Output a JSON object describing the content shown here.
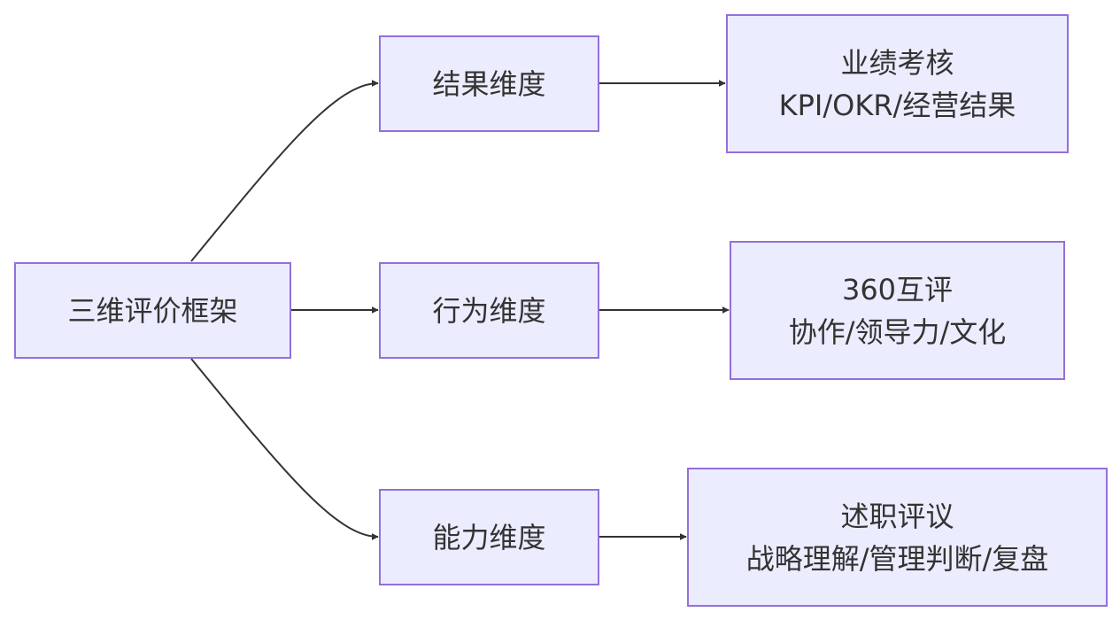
{
  "diagram": {
    "root": {
      "label": "三维评价框架"
    },
    "dimensions": [
      {
        "label": "结果维度"
      },
      {
        "label": "行为维度"
      },
      {
        "label": "能力维度"
      }
    ],
    "methods": [
      {
        "title": "业绩考核",
        "detail": "KPI/OKR/经营结果"
      },
      {
        "title": "360互评",
        "detail": "协作/领导力/文化"
      },
      {
        "title": "述职评议",
        "detail": "战略理解/管理判断/复盘"
      }
    ],
    "colors": {
      "node_fill": "#ececff",
      "node_border": "#9370db",
      "edge": "#333333",
      "text": "#333333"
    }
  }
}
